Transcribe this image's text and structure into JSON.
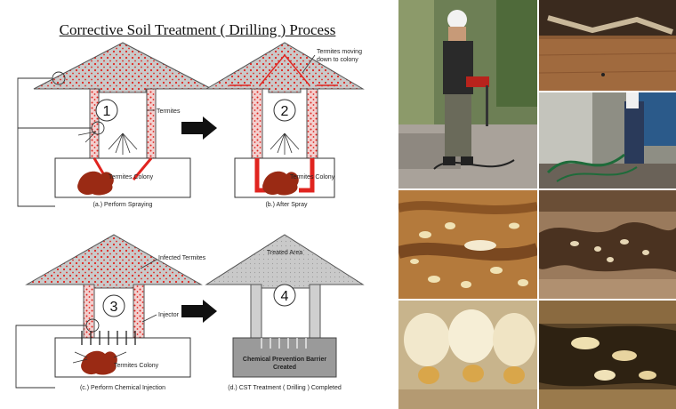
{
  "title": "Corrective Soil Treatment ( Drilling ) Process",
  "panels": [
    {
      "number": "1",
      "caption": "(a.) Perform Spraying",
      "labels": {
        "termites": "Termites",
        "colony": "Termites  Colony"
      }
    },
    {
      "number": "2",
      "caption": "(b.) After Spray",
      "labels": {
        "moving_line1": "Termites moving",
        "moving_line2": "down to colony",
        "colony": "Termites  Colony"
      }
    },
    {
      "number": "3",
      "caption": "(c.) Perform Chemical Injection",
      "labels": {
        "infected": "Infected Termites",
        "injector": "Injector",
        "colony": "Termites  Colony"
      }
    },
    {
      "number": "4",
      "caption": "(d.) CST Treatment ( Drilling ) Completed",
      "labels": {
        "treated": "Treated Area",
        "barrier_line1": "Chemical Prevention Barrier",
        "barrier_line2": "Created"
      }
    }
  ],
  "colors": {
    "termite_red": "#e0241f",
    "colony_brown": "#9a2a14",
    "roof_gray": "#c9c9c9",
    "soil_gray": "#9a9a9a"
  },
  "photos": [
    {
      "name": "worker-drilling-photo"
    },
    {
      "name": "damaged-wood-ceiling-photo"
    },
    {
      "name": "injection-hose-photo"
    },
    {
      "name": "termites-in-wood-photo"
    },
    {
      "name": "eaten-wood-photo"
    },
    {
      "name": "termite-closeup-photo"
    },
    {
      "name": "termite-nest-photo"
    }
  ]
}
